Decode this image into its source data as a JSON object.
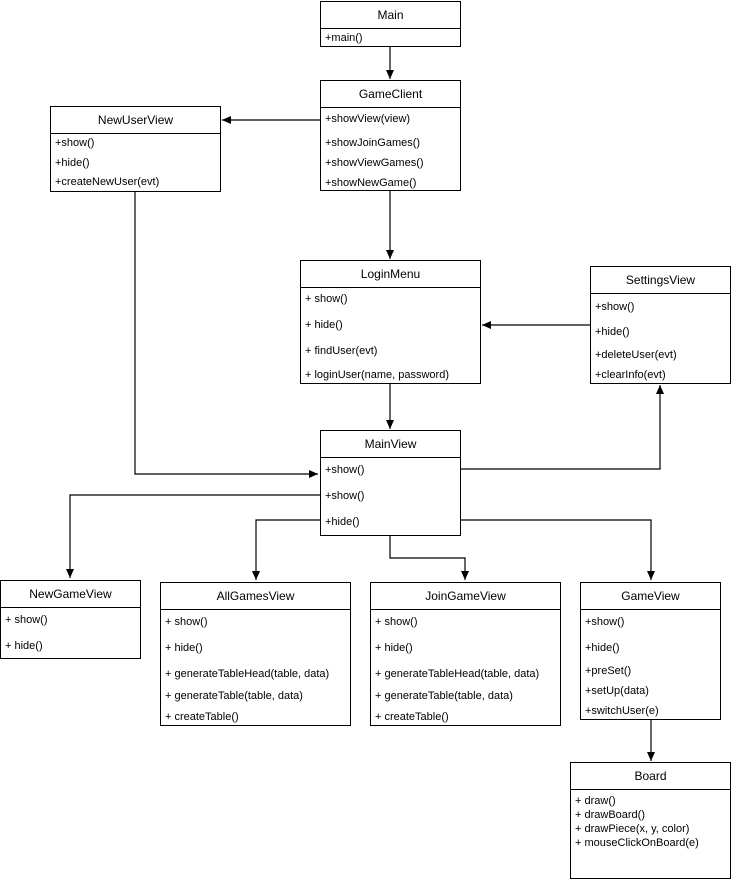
{
  "classes": {
    "main": {
      "name": "Main",
      "ops": [
        "+main()"
      ]
    },
    "game_client": {
      "name": "GameClient",
      "ops": [
        "+showView(view)",
        "+showJoinGames()",
        "+showViewGames()",
        "+showNewGame()"
      ]
    },
    "new_user_view": {
      "name": "NewUserView",
      "ops": [
        "+show()",
        "+hide()",
        "+createNewUser(evt)"
      ]
    },
    "login_menu": {
      "name": "LoginMenu",
      "ops": [
        "+ show()",
        "+ hide()",
        "+ findUser(evt)",
        "+ loginUser(name, password)"
      ]
    },
    "settings_view": {
      "name": "SettingsView",
      "ops": [
        "+show()",
        "+hide()",
        "+deleteUser(evt)",
        "+clearInfo(evt)"
      ]
    },
    "main_view": {
      "name": "MainView",
      "ops": [
        "+show()",
        "+show()",
        "+hide()"
      ]
    },
    "new_game_view": {
      "name": "NewGameView",
      "ops": [
        "+ show()",
        "+ hide()"
      ]
    },
    "all_games_view": {
      "name": "AllGamesView",
      "ops": [
        "+ show()",
        "+ hide()",
        "+ generateTableHead(table, data)",
        "+ generateTable(table, data)",
        "+ createTable()"
      ]
    },
    "join_game_view": {
      "name": "JoinGameView",
      "ops": [
        "+ show()",
        "+ hide()",
        "+ generateTableHead(table, data)",
        "+ generateTable(table, data)",
        "+ createTable()"
      ]
    },
    "game_view": {
      "name": "GameView",
      "ops": [
        "+show()",
        "+hide()",
        "+preSet()",
        "+setUp(data)",
        "+switchUser(e)"
      ]
    },
    "board": {
      "name": "Board",
      "ops": [
        "+ draw()",
        "+ drawBoard()",
        "+ drawPiece(x, y, color)",
        "+ mouseClickOnBoard(e)"
      ]
    }
  },
  "edge_color": "#000000"
}
